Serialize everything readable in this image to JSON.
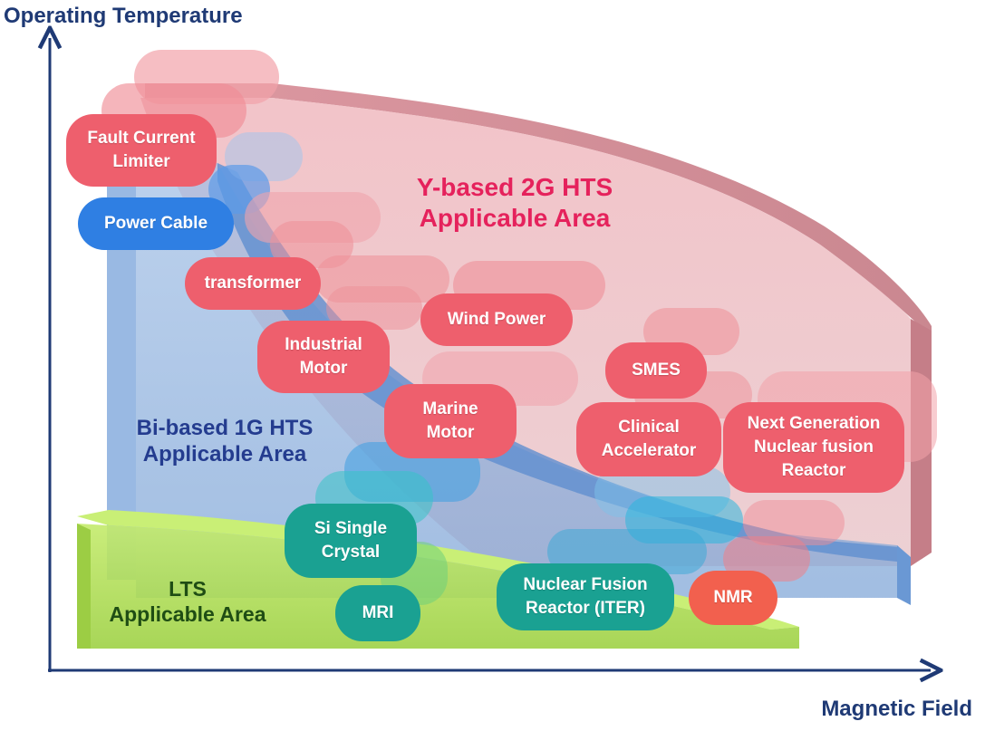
{
  "axes": {
    "y_title": "Operating Temperature",
    "x_title": "Magnetic Field"
  },
  "areas": {
    "y_2g": "Y-based 2G HTS\nApplicable Area",
    "bi_1g": "Bi-based 1G HTS\nApplicable Area",
    "lts": "LTS\nApplicable Area"
  },
  "applications": {
    "fault_current_limiter": "Fault Current\nLimiter",
    "power_cable": "Power Cable",
    "transformer": "transformer",
    "wind_power": "Wind Power",
    "industrial_motor": "Industrial\nMotor",
    "marine_motor": "Marine\nMotor",
    "smes": "SMES",
    "clinical_accelerator": "Clinical\nAccelerator",
    "next_gen_fusion": "Next Generation\nNuclear fusion\nReactor",
    "si_single_crystal": "Si Single\nCrystal",
    "mri": "MRI",
    "nuclear_fusion_iter": "Nuclear Fusion\nReactor (ITER)",
    "nmr": "NMR"
  },
  "colors": {
    "axis": "#1f3a75",
    "y_2g_fill": "#eaa8b0",
    "bi_1g_fill": "#8fb1dc",
    "lts_fill": "#b5e05a",
    "pill_red": "#ee5f6d",
    "pill_blue": "#2f7fe3",
    "pill_teal": "#1aa192",
    "pill_orange": "#f2604e"
  }
}
